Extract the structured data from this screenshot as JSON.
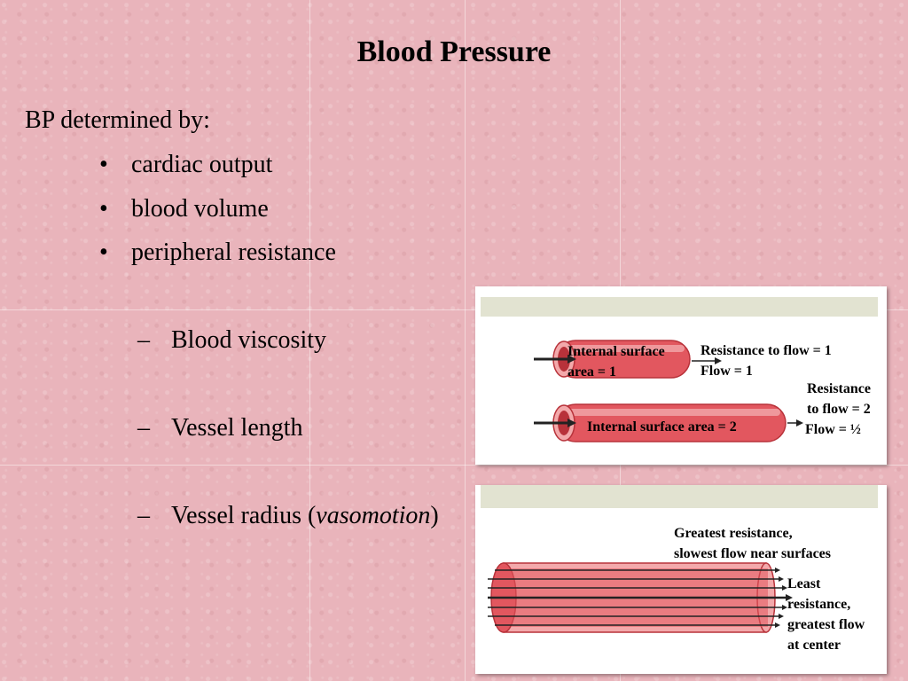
{
  "slide": {
    "title": "Blood Pressure",
    "lead": "BP determined by:",
    "bullet_glyph": "•",
    "dash_glyph": "–",
    "bullets": [
      "cardiac output",
      "blood volume",
      "peripheral resistance"
    ],
    "subitems": {
      "item1": "Blood viscosity",
      "item2": "Vessel length",
      "item3_prefix": "Vessel radius (",
      "item3_italic": "vasomotion",
      "item3_suffix": ")"
    }
  },
  "figure": {
    "top": {
      "tube1": {
        "label_line1": "Internal surface",
        "label_line2": "area = 1",
        "result_line1": "Resistance to flow = 1",
        "result_line2": "Flow = 1"
      },
      "tube2": {
        "label": "Internal surface area = 2",
        "result_line1": "Resistance",
        "result_line2": "to flow = 2",
        "result_line3": "Flow = ½"
      }
    },
    "bottom": {
      "surface_line1": "Greatest resistance,",
      "surface_line2": "slowest flow near surfaces",
      "center_line1": "Least",
      "center_line2": "resistance,",
      "center_line3": "greatest flow",
      "center_line4": "at center"
    },
    "colors": {
      "tube_fill": "#e2575f",
      "tube_light": "#f3a9ab",
      "tube_dark": "#b8323a",
      "arrow": "#222222"
    }
  }
}
